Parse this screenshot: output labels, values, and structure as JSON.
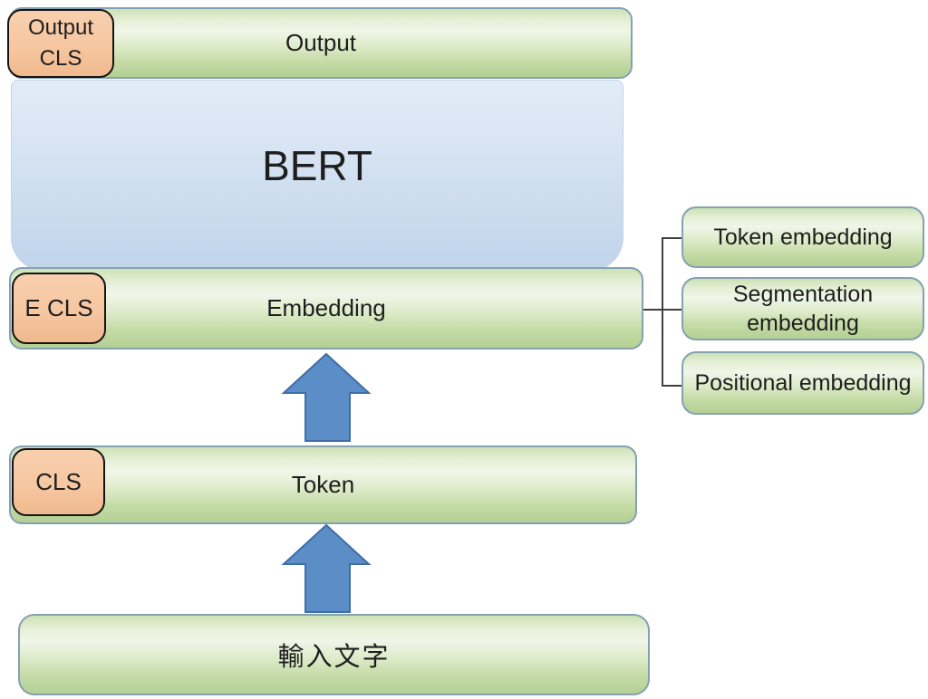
{
  "diagram": {
    "nodes": {
      "output_badge": "Output CLS",
      "output_bar": "Output",
      "bert": "BERT",
      "e_cls_badge": "E CLS",
      "embedding_bar": "Embedding",
      "cls_badge": "CLS",
      "token_bar": "Token",
      "input_bar": "輸入文字"
    },
    "embedding_types": [
      {
        "label": "Token embedding"
      },
      {
        "label": "Segmentation embedding"
      },
      {
        "label": "Positional embedding"
      }
    ],
    "colors": {
      "green_box_top": "#cde1b5",
      "green_box_mid": "#f0f6e9",
      "green_box_bottom": "#b4cf94",
      "green_border": "#84a1b2",
      "orange_badge_fill": "#f6c7a1",
      "badge_border": "#141414",
      "bert_box_top": "#e2ecf8",
      "bert_box_bottom": "#c0d4ea",
      "arrow_fill": "#5b8ec6",
      "arrow_border": "#3e6da8",
      "connector_line": "#3f3f3f",
      "text": "#1e1e1e"
    }
  }
}
